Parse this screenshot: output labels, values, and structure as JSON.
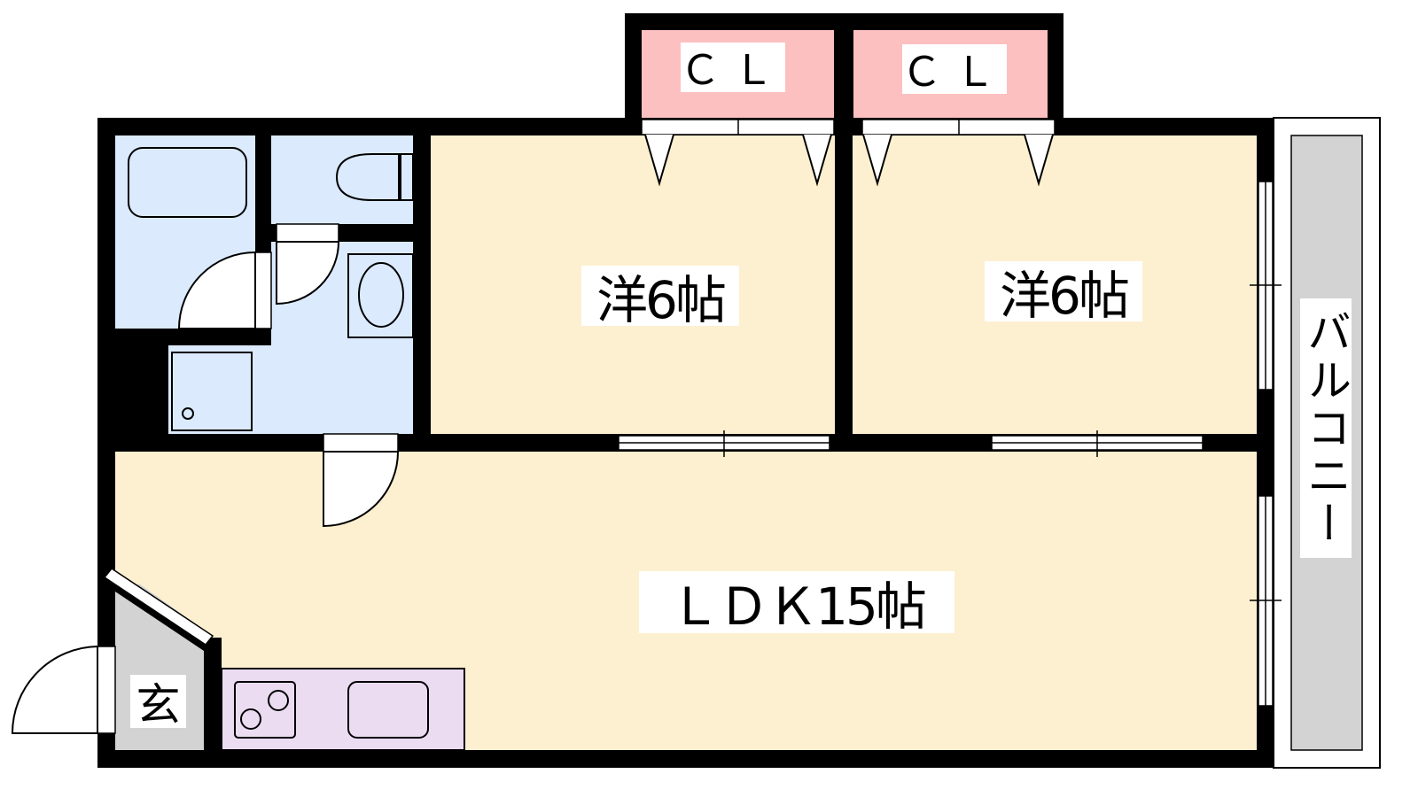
{
  "floorplan": {
    "rooms": {
      "closet_left": "ＣＬ",
      "closet_right": "ＣＬ",
      "western_room_left": "洋6帖",
      "western_room_right": "洋6帖",
      "ldk": "ＬＤＫ15帖",
      "entrance": "玄",
      "balcony": "バルコニー"
    },
    "colors": {
      "wall": "#000000",
      "western_room": "#fdf0d0",
      "ldk": "#fdf0d0",
      "wet_area": "#dbeafd",
      "closet": "#fdc0c0",
      "kitchen": "#ecdcf2",
      "entrance": "#d3d3d3",
      "balcony": "#d3d3d3"
    }
  }
}
